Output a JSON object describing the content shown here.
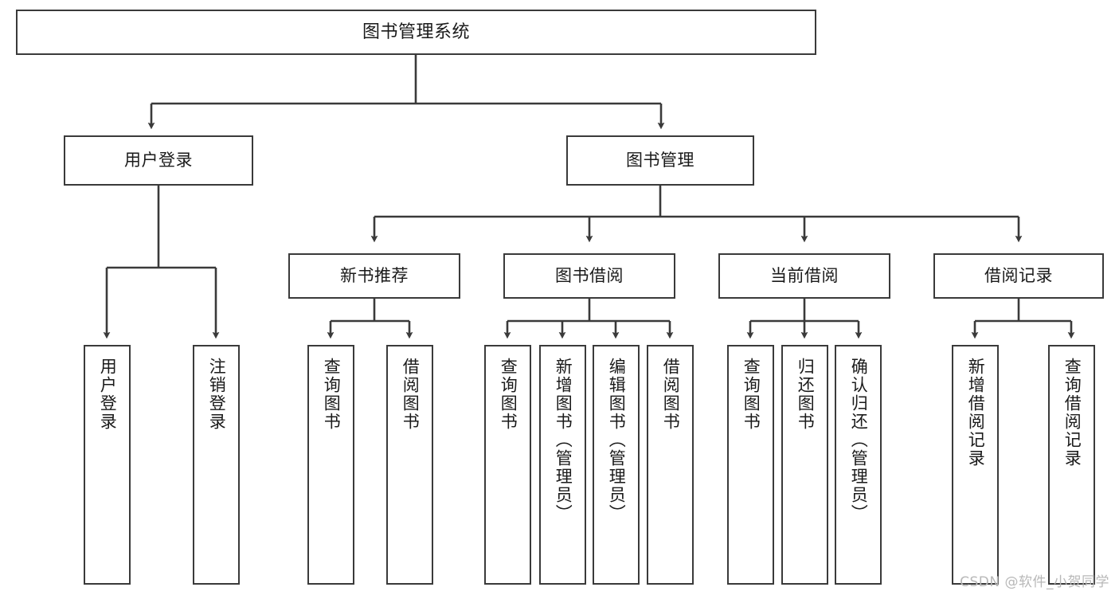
{
  "diagram": {
    "title": "图书管理系统",
    "type": "tree-hierarchy-diagram",
    "watermark": "CSDN @软件_小贺同学",
    "colors": {
      "box_border": "#3a3a3a",
      "box_fill": "#ffffff",
      "edge": "#3a3a3a",
      "text": "#1a1a1a",
      "watermark": "#b8b8b8",
      "background": "#ffffff"
    },
    "root": {
      "label": "图书管理系统"
    },
    "level2": [
      {
        "label": "用户登录"
      },
      {
        "label": "图书管理"
      }
    ],
    "level3": [
      {
        "label": "新书推荐"
      },
      {
        "label": "图书借阅"
      },
      {
        "label": "当前借阅"
      },
      {
        "label": "借阅记录"
      }
    ],
    "leaves": {
      "user_login": [
        {
          "label": "用户登录"
        },
        {
          "label": "注销登录"
        }
      ],
      "new_book_recommend": [
        {
          "label": "查询图书"
        },
        {
          "label": "借阅图书"
        }
      ],
      "book_borrow": [
        {
          "label": "查询图书"
        },
        {
          "label": "新增图书（管理员）"
        },
        {
          "label": "编辑图书（管理员）"
        },
        {
          "label": "借阅图书"
        }
      ],
      "current_borrow": [
        {
          "label": "查询图书"
        },
        {
          "label": "归还图书"
        },
        {
          "label": "确认归还（管理员）"
        }
      ],
      "borrow_records": [
        {
          "label": "新增借阅记录"
        },
        {
          "label": "查询借阅记录"
        }
      ]
    }
  }
}
